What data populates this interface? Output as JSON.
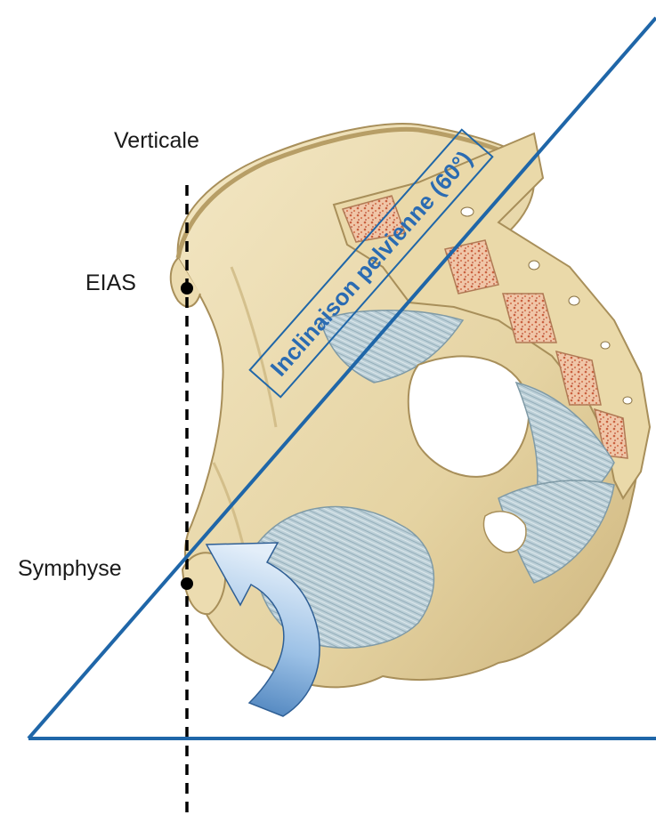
{
  "labels": {
    "vertical": "Verticale",
    "asis": "EIAS",
    "symphysis": "Symphyse",
    "tilt": "Inclinaison pelvienne (60°)"
  },
  "colors": {
    "line_blue": "#1f66a8",
    "bone": "#e9d9ad",
    "bone_shadow": "#c9b27a",
    "ligament": "#b7cad3",
    "marrow": "#d9876a",
    "arrow_light": "#cfe1f4",
    "arrow_dark": "#4f86c0"
  },
  "icons": {
    "pelvis": "pelvis-illustration",
    "rotation_arrow": "curved-arrow-icon"
  }
}
